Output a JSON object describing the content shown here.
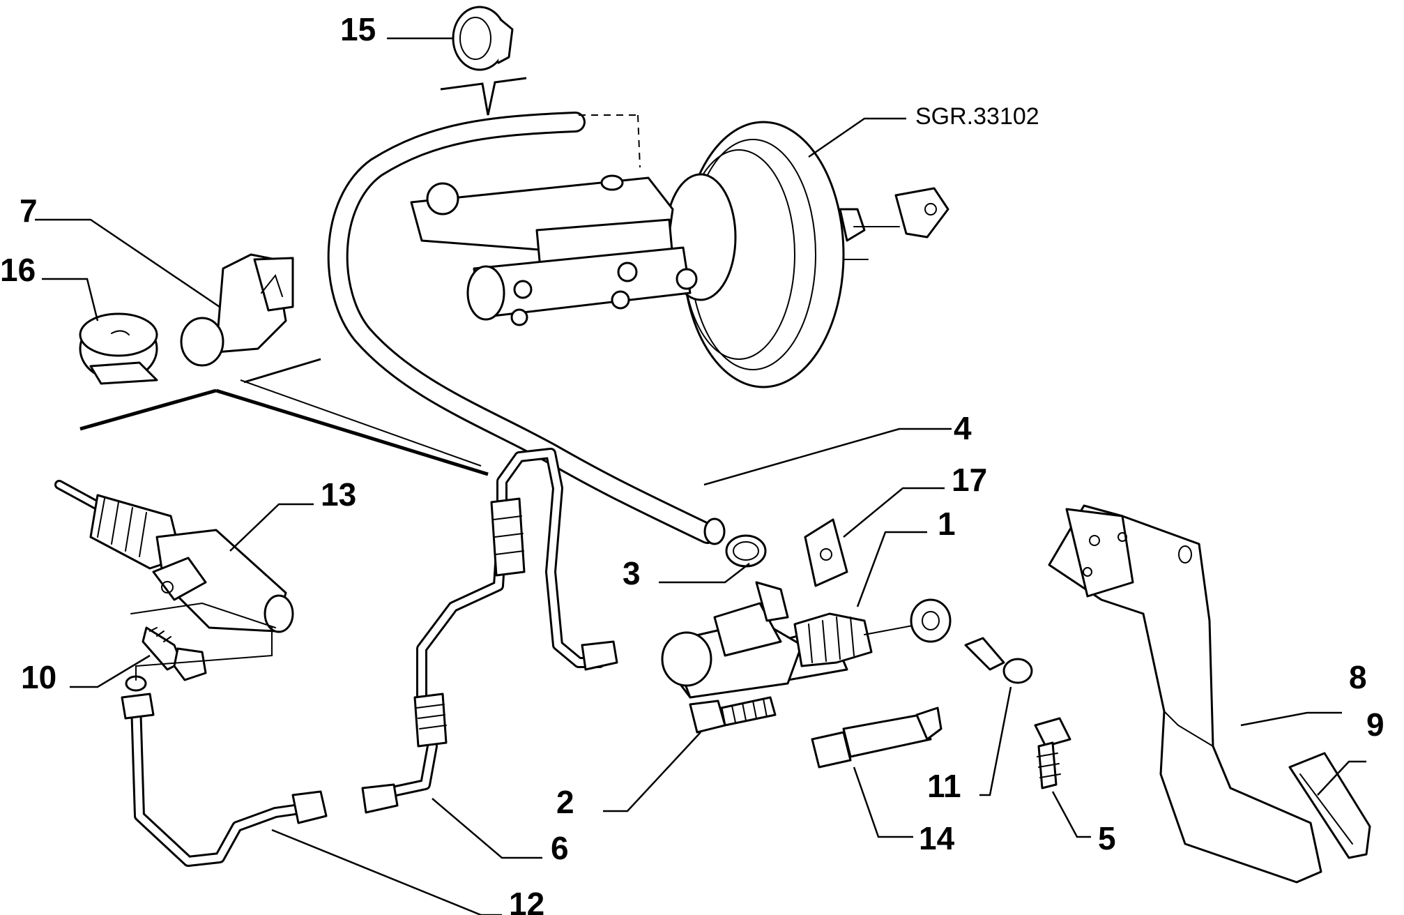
{
  "diagram": {
    "reference_code": "SGR.33102",
    "part_labels": {
      "p1": "1",
      "p2": "2",
      "p3": "3",
      "p4": "4",
      "p5": "5",
      "p6": "6",
      "p7": "7",
      "p8": "8",
      "p9": "9",
      "p10": "10",
      "p11": "11",
      "p12": "12",
      "p13": "13",
      "p14": "14",
      "p15": "15",
      "p16": "16",
      "p17": "17"
    }
  }
}
